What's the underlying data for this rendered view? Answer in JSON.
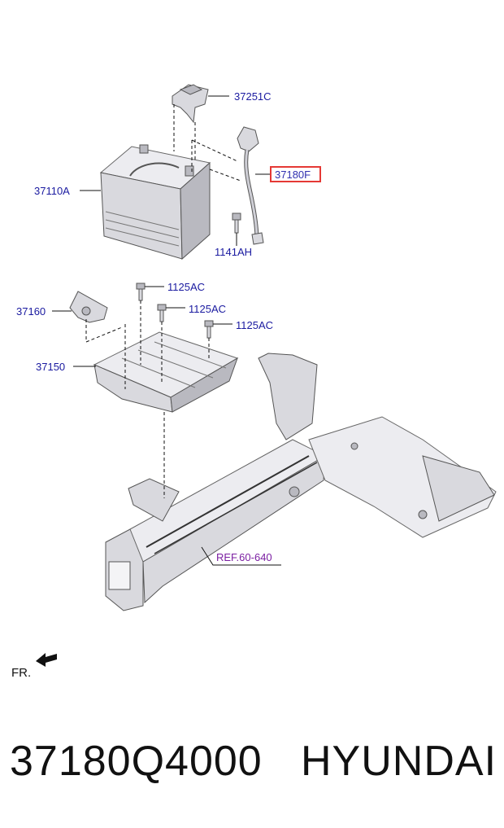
{
  "diagram": {
    "labels": {
      "p37251c": "37251C",
      "p37180f": "37180F",
      "p37110a": "37110A",
      "p1141ah": "1141AH",
      "p1125ac_1": "1125AC",
      "p1125ac_2": "1125AC",
      "p1125ac_3": "1125AC",
      "p37160": "37160",
      "p37150": "37150",
      "ref": "REF.60-640",
      "fr": "FR."
    },
    "highlight_color": "#e53935",
    "ref_color": "#7b1fa2",
    "label_color": "#1a1aa0"
  },
  "footer": {
    "part_number": "37180Q4000",
    "brand": "HYUNDAI"
  }
}
